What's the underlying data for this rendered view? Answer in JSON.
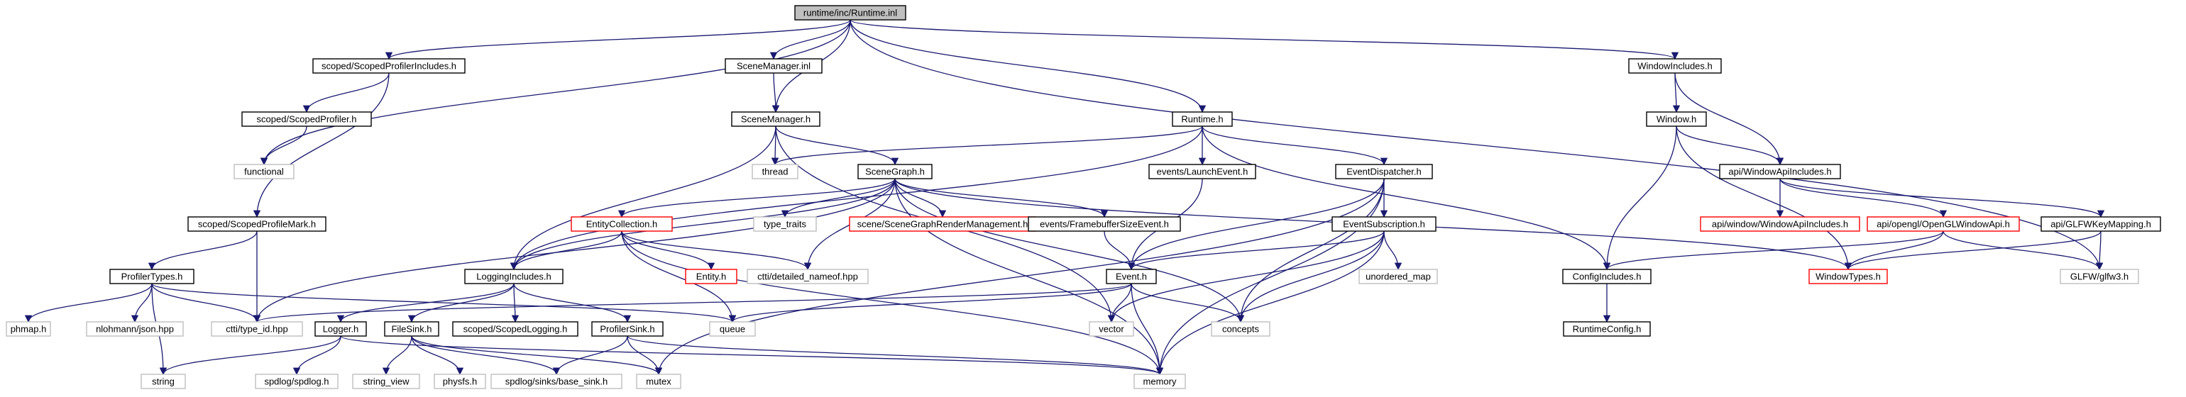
{
  "colors": {
    "edge": "#191970",
    "border_normal": "#000000",
    "border_external": "#bfbfbf",
    "border_incomplete": "#ff0000",
    "root_fill": "#bfbfbf"
  },
  "nodes": [
    {
      "id": "runtime_inl",
      "label": "runtime/inc/Runtime.inl",
      "kind": "root"
    },
    {
      "id": "scoped_profiler_includes",
      "label": "scoped/ScopedProfilerIncludes.h",
      "kind": "normal"
    },
    {
      "id": "scene_manager_inl",
      "label": "SceneManager.inl",
      "kind": "normal"
    },
    {
      "id": "window_includes",
      "label": "WindowIncludes.h",
      "kind": "normal"
    },
    {
      "id": "scoped_profiler",
      "label": "scoped/ScopedProfiler.h",
      "kind": "normal"
    },
    {
      "id": "functional",
      "label": "functional",
      "kind": "external"
    },
    {
      "id": "scene_manager_h",
      "label": "SceneManager.h",
      "kind": "normal"
    },
    {
      "id": "runtime_h",
      "label": "Runtime.h",
      "kind": "normal"
    },
    {
      "id": "window_h",
      "label": "Window.h",
      "kind": "normal"
    },
    {
      "id": "thread",
      "label": "thread",
      "kind": "external"
    },
    {
      "id": "scene_graph",
      "label": "SceneGraph.h",
      "kind": "normal"
    },
    {
      "id": "launch_event",
      "label": "events/LaunchEvent.h",
      "kind": "normal"
    },
    {
      "id": "event_dispatcher",
      "label": "EventDispatcher.h",
      "kind": "normal"
    },
    {
      "id": "window_api_includes",
      "label": "api/WindowApiIncludes.h",
      "kind": "normal"
    },
    {
      "id": "scoped_profile_mark",
      "label": "scoped/ScopedProfileMark.h",
      "kind": "normal"
    },
    {
      "id": "entity_collection",
      "label": "EntityCollection.h",
      "kind": "incomplete"
    },
    {
      "id": "type_traits",
      "label": "type_traits",
      "kind": "external"
    },
    {
      "id": "scene_graph_render_mgmt",
      "label": "scene/SceneGraphRenderManagement.h",
      "kind": "incomplete"
    },
    {
      "id": "framebuffer_size_event",
      "label": "events/FramebufferSizeEvent.h",
      "kind": "normal"
    },
    {
      "id": "event_subscription",
      "label": "EventSubscription.h",
      "kind": "normal"
    },
    {
      "id": "win_window_api_includes",
      "label": "api/window/WindowApiIncludes.h",
      "kind": "incomplete"
    },
    {
      "id": "opengl_window_api",
      "label": "api/opengl/OpenGLWindowApi.h",
      "kind": "incomplete"
    },
    {
      "id": "glfw_key_mapping",
      "label": "api/GLFWKeyMapping.h",
      "kind": "normal"
    },
    {
      "id": "profiler_types",
      "label": "ProfilerTypes.h",
      "kind": "normal"
    },
    {
      "id": "logging_includes",
      "label": "LoggingIncludes.h",
      "kind": "normal"
    },
    {
      "id": "entity_h",
      "label": "Entity.h",
      "kind": "incomplete"
    },
    {
      "id": "ctti_nameof",
      "label": "ctti/detailed_nameof.hpp",
      "kind": "external"
    },
    {
      "id": "event_h",
      "label": "Event.h",
      "kind": "normal"
    },
    {
      "id": "unordered_map",
      "label": "unordered_map",
      "kind": "external"
    },
    {
      "id": "config_includes",
      "label": "ConfigIncludes.h",
      "kind": "normal"
    },
    {
      "id": "window_types",
      "label": "WindowTypes.h",
      "kind": "incomplete"
    },
    {
      "id": "glfw3",
      "label": "GLFW/glfw3.h",
      "kind": "external"
    },
    {
      "id": "phmap",
      "label": "phmap.h",
      "kind": "external"
    },
    {
      "id": "nlohmann_json",
      "label": "nlohmann/json.hpp",
      "kind": "external"
    },
    {
      "id": "ctti_type_id",
      "label": "ctti/type_id.hpp",
      "kind": "external"
    },
    {
      "id": "logger_h",
      "label": "Logger.h",
      "kind": "normal"
    },
    {
      "id": "file_sink",
      "label": "FileSink.h",
      "kind": "normal"
    },
    {
      "id": "scoped_logging",
      "label": "scoped/ScopedLogging.h",
      "kind": "normal"
    },
    {
      "id": "profiler_sink",
      "label": "ProfilerSink.h",
      "kind": "normal"
    },
    {
      "id": "queue",
      "label": "queue",
      "kind": "external"
    },
    {
      "id": "vector",
      "label": "vector",
      "kind": "external"
    },
    {
      "id": "concepts",
      "label": "concepts",
      "kind": "external"
    },
    {
      "id": "runtime_config",
      "label": "RuntimeConfig.h",
      "kind": "normal"
    },
    {
      "id": "string",
      "label": "string",
      "kind": "external"
    },
    {
      "id": "spdlog",
      "label": "spdlog/spdlog.h",
      "kind": "external"
    },
    {
      "id": "string_view",
      "label": "string_view",
      "kind": "external"
    },
    {
      "id": "physfs",
      "label": "physfs.h",
      "kind": "external"
    },
    {
      "id": "base_sink",
      "label": "spdlog/sinks/base_sink.h",
      "kind": "external"
    },
    {
      "id": "mutex",
      "label": "mutex",
      "kind": "external"
    },
    {
      "id": "memory",
      "label": "memory",
      "kind": "external"
    }
  ],
  "edges": [
    [
      "runtime_inl",
      "scoped_profiler_includes"
    ],
    [
      "runtime_inl",
      "scene_manager_inl"
    ],
    [
      "runtime_inl",
      "scene_manager_h"
    ],
    [
      "runtime_inl",
      "runtime_h"
    ],
    [
      "runtime_inl",
      "window_includes"
    ],
    [
      "runtime_inl",
      "functional"
    ],
    [
      "runtime_inl",
      "glfw3"
    ],
    [
      "scoped_profiler_includes",
      "scoped_profiler"
    ],
    [
      "scoped_profiler_includes",
      "scoped_profile_mark"
    ],
    [
      "scoped_profiler",
      "functional"
    ],
    [
      "scene_manager_inl",
      "scene_manager_h"
    ],
    [
      "scene_manager_h",
      "thread"
    ],
    [
      "scene_manager_h",
      "scene_graph"
    ],
    [
      "scene_manager_h",
      "logging_includes"
    ],
    [
      "scene_manager_h",
      "vector"
    ],
    [
      "runtime_h",
      "thread"
    ],
    [
      "runtime_h",
      "launch_event"
    ],
    [
      "runtime_h",
      "event_dispatcher"
    ],
    [
      "runtime_h",
      "config_includes"
    ],
    [
      "runtime_h",
      "logging_includes"
    ],
    [
      "scene_graph",
      "entity_collection"
    ],
    [
      "scene_graph",
      "type_traits"
    ],
    [
      "scene_graph",
      "scene_graph_render_mgmt"
    ],
    [
      "scene_graph",
      "framebuffer_size_event"
    ],
    [
      "scene_graph",
      "ctti_nameof"
    ],
    [
      "scene_graph",
      "ctti_type_id"
    ],
    [
      "scene_graph",
      "memory"
    ],
    [
      "scene_graph",
      "concepts"
    ],
    [
      "scene_graph",
      "window_types"
    ],
    [
      "scene_graph",
      "logging_includes"
    ],
    [
      "launch_event",
      "event_h"
    ],
    [
      "framebuffer_size_event",
      "event_h"
    ],
    [
      "event_dispatcher",
      "event_subscription"
    ],
    [
      "event_dispatcher",
      "event_h"
    ],
    [
      "event_dispatcher",
      "concepts"
    ],
    [
      "event_dispatcher",
      "memory"
    ],
    [
      "event_dispatcher",
      "mutex"
    ],
    [
      "event_subscription",
      "event_h"
    ],
    [
      "event_subscription",
      "unordered_map"
    ],
    [
      "event_subscription",
      "vector"
    ],
    [
      "event_subscription",
      "concepts"
    ],
    [
      "event_subscription",
      "memory"
    ],
    [
      "entity_collection",
      "entity_h"
    ],
    [
      "entity_collection",
      "ctti_nameof"
    ],
    [
      "entity_collection",
      "logging_includes"
    ],
    [
      "entity_collection",
      "queue"
    ],
    [
      "entity_collection",
      "memory"
    ],
    [
      "event_h",
      "ctti_type_id"
    ],
    [
      "event_h",
      "queue"
    ],
    [
      "event_h",
      "vector"
    ],
    [
      "event_h",
      "concepts"
    ],
    [
      "event_h",
      "memory"
    ],
    [
      "window_includes",
      "window_h"
    ],
    [
      "window_includes",
      "window_api_includes"
    ],
    [
      "window_h",
      "window_api_includes"
    ],
    [
      "window_h",
      "config_includes"
    ],
    [
      "window_h",
      "window_types"
    ],
    [
      "window_api_includes",
      "win_window_api_includes"
    ],
    [
      "window_api_includes",
      "opengl_window_api"
    ],
    [
      "window_api_includes",
      "glfw_key_mapping"
    ],
    [
      "opengl_window_api",
      "config_includes"
    ],
    [
      "opengl_window_api",
      "window_types"
    ],
    [
      "opengl_window_api",
      "glfw3"
    ],
    [
      "glfw_key_mapping",
      "window_types"
    ],
    [
      "glfw_key_mapping",
      "glfw3"
    ],
    [
      "config_includes",
      "runtime_config"
    ],
    [
      "scoped_profile_mark",
      "profiler_types"
    ],
    [
      "scoped_profile_mark",
      "ctti_type_id"
    ],
    [
      "profiler_types",
      "phmap"
    ],
    [
      "profiler_types",
      "nlohmann_json"
    ],
    [
      "profiler_types",
      "string"
    ],
    [
      "profiler_types",
      "queue"
    ],
    [
      "profiler_types",
      "ctti_type_id"
    ],
    [
      "logging_includes",
      "logger_h"
    ],
    [
      "logging_includes",
      "file_sink"
    ],
    [
      "logging_includes",
      "scoped_logging"
    ],
    [
      "logging_includes",
      "profiler_sink"
    ],
    [
      "logger_h",
      "string"
    ],
    [
      "logger_h",
      "spdlog"
    ],
    [
      "logger_h",
      "memory"
    ],
    [
      "file_sink",
      "string_view"
    ],
    [
      "file_sink",
      "physfs"
    ],
    [
      "file_sink",
      "base_sink"
    ],
    [
      "file_sink",
      "mutex"
    ],
    [
      "profiler_sink",
      "base_sink"
    ],
    [
      "profiler_sink",
      "mutex"
    ],
    [
      "profiler_sink",
      "memory"
    ]
  ]
}
